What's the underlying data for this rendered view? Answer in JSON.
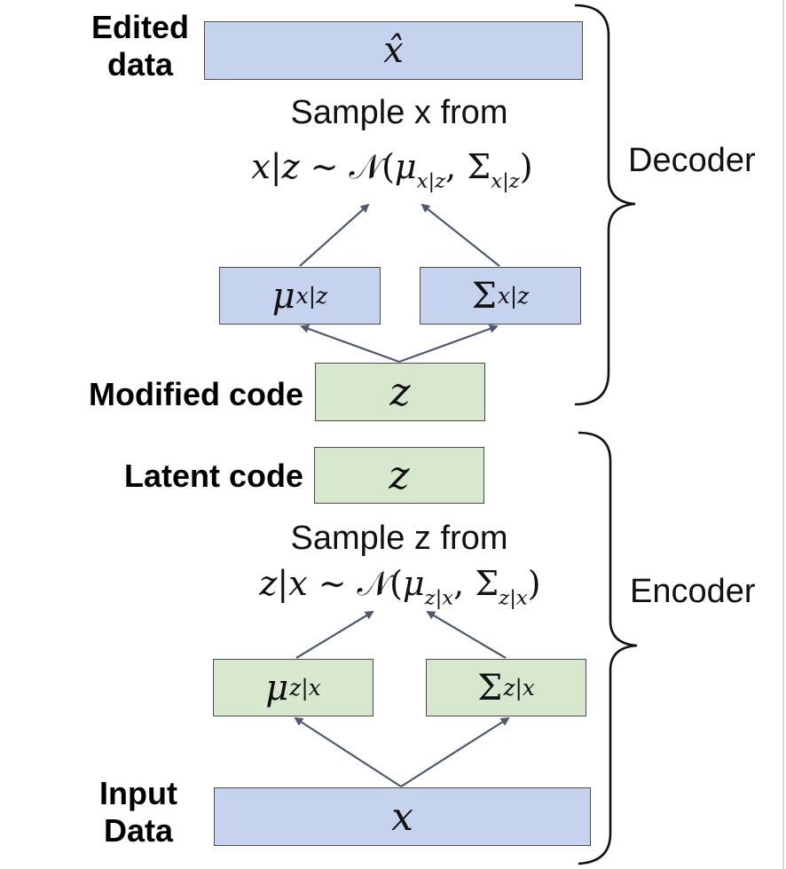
{
  "labels": {
    "edited_line1": "Edited",
    "edited_line2": "data",
    "modified_code": "Modified code",
    "latent_code": "Latent code",
    "input_line1": "Input",
    "input_line2": "Data"
  },
  "decoder": {
    "sample_text": "Sample x from",
    "formula": {
      "lhs": "x|z",
      "sim": "∼",
      "dist": "𝒩(",
      "mu": "μ",
      "mu_sub": "x|z",
      "comma": ",",
      "sigma": "Σ",
      "sigma_sub": "x|z",
      "close": ")"
    },
    "output_symbol": "x̂",
    "mu_symbol": "μ",
    "mu_sub": "x|z",
    "sigma_symbol": "Σ",
    "sigma_sub": "x|z",
    "input_symbol": "z",
    "brace_label": "Decoder"
  },
  "encoder": {
    "sample_text": "Sample z from",
    "formula": {
      "lhs": "z|x",
      "sim": "∼",
      "dist": "𝒩(",
      "mu": "μ",
      "mu_sub": "z|x",
      "comma": ",",
      "sigma": "Σ",
      "sigma_sub": "z|x",
      "close": ")"
    },
    "output_symbol": "z",
    "mu_symbol": "μ",
    "mu_sub": "z|x",
    "sigma_symbol": "Σ",
    "sigma_sub": "z|x",
    "input_symbol": "x",
    "brace_label": "Encoder"
  },
  "colors": {
    "blue_box": "#c5d3ef",
    "green_box": "#d8e8cf",
    "arrow": "#4d5a6e"
  }
}
